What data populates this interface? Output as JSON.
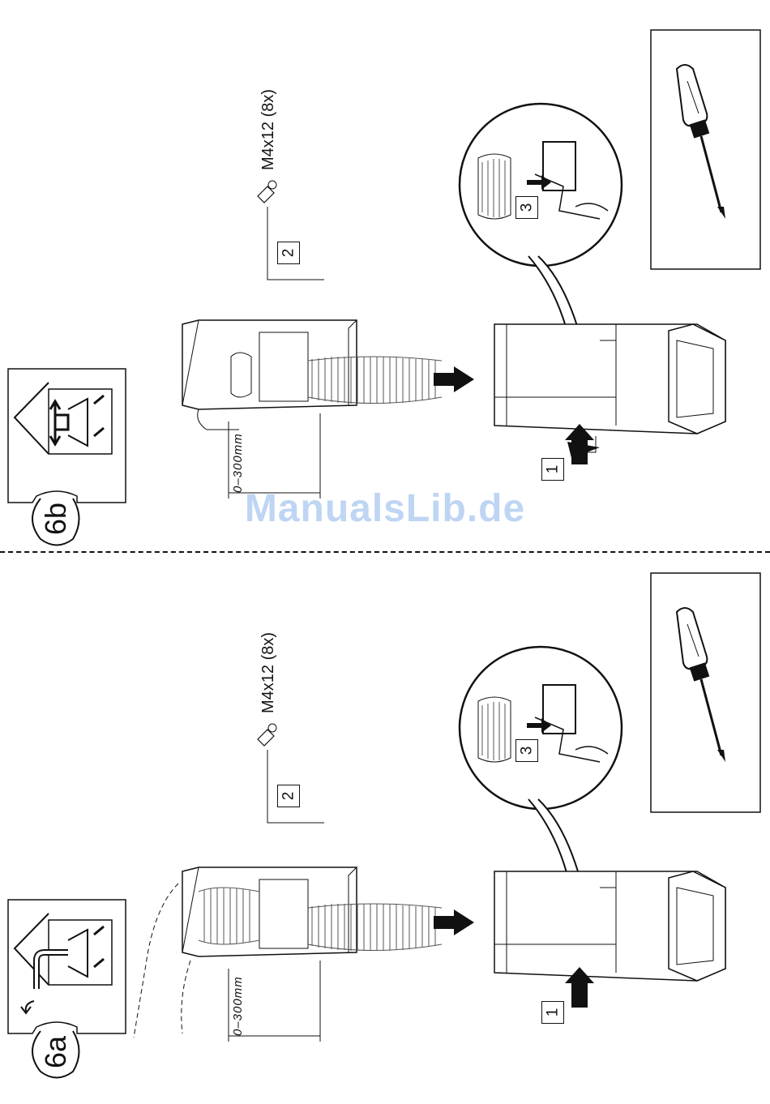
{
  "watermark": "ManualsLib.de",
  "panels": [
    {
      "id": "6b",
      "screw_label": "M4x12 (8x)",
      "dimension_label": "0–300mm",
      "steps": [
        "1",
        "2",
        "3"
      ]
    },
    {
      "id": "6a",
      "screw_label": "M4x12 (8x)",
      "dimension_label": "0–300mm",
      "steps": [
        "1",
        "2",
        "3"
      ]
    }
  ],
  "icons": {
    "tool": "screwdriver-icon",
    "mode_6b": "recirculation-mode-icon",
    "mode_6a": "extraction-mode-icon"
  }
}
